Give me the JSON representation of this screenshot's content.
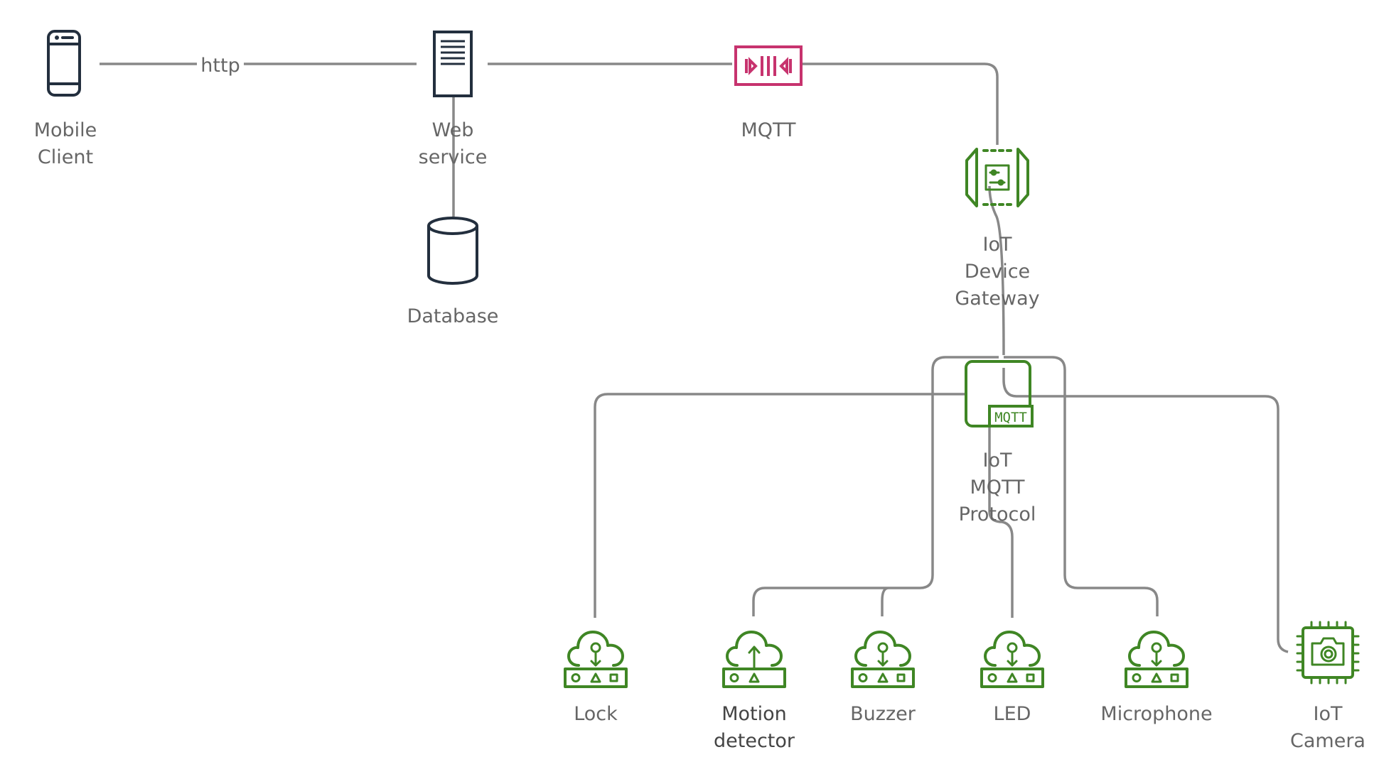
{
  "nodes": {
    "mobile_client": {
      "line1": "Mobile",
      "line2": "Client",
      "icon": "mobile-phone-icon"
    },
    "web_service": {
      "line1": "Web",
      "line2": "service",
      "icon": "server-icon"
    },
    "database": {
      "label": "Database",
      "icon": "database-icon"
    },
    "mqtt": {
      "label": "MQTT",
      "icon": "mqtt-broker-icon"
    },
    "iot_gateway": {
      "line1": "IoT",
      "line2": "Device",
      "line3": "Gateway",
      "icon": "iot-device-gateway-icon"
    },
    "iot_mqtt": {
      "line1": "IoT",
      "line2": "MQTT",
      "line3": "Protocol",
      "badge": "MQTT",
      "icon": "iot-mqtt-protocol-icon"
    },
    "lock": {
      "label": "Lock",
      "icon": "iot-actuator-icon"
    },
    "motion": {
      "line1": "Motion",
      "line2": "detector",
      "icon": "iot-sensor-icon"
    },
    "buzzer": {
      "label": "Buzzer",
      "icon": "iot-actuator-icon"
    },
    "led": {
      "label": "LED",
      "icon": "iot-actuator-icon"
    },
    "microphone": {
      "label": "Microphone",
      "icon": "iot-actuator-icon"
    },
    "iot_camera": {
      "line1": "IoT",
      "line2": "Camera",
      "icon": "iot-camera-chip-icon"
    }
  },
  "edges": {
    "mobile_web_label": "http"
  },
  "colors": {
    "connector": "#888888",
    "ink": "#232f3e",
    "iot_green": "#3f8624",
    "mqtt_pink": "#c7336e",
    "label": "#666666"
  }
}
